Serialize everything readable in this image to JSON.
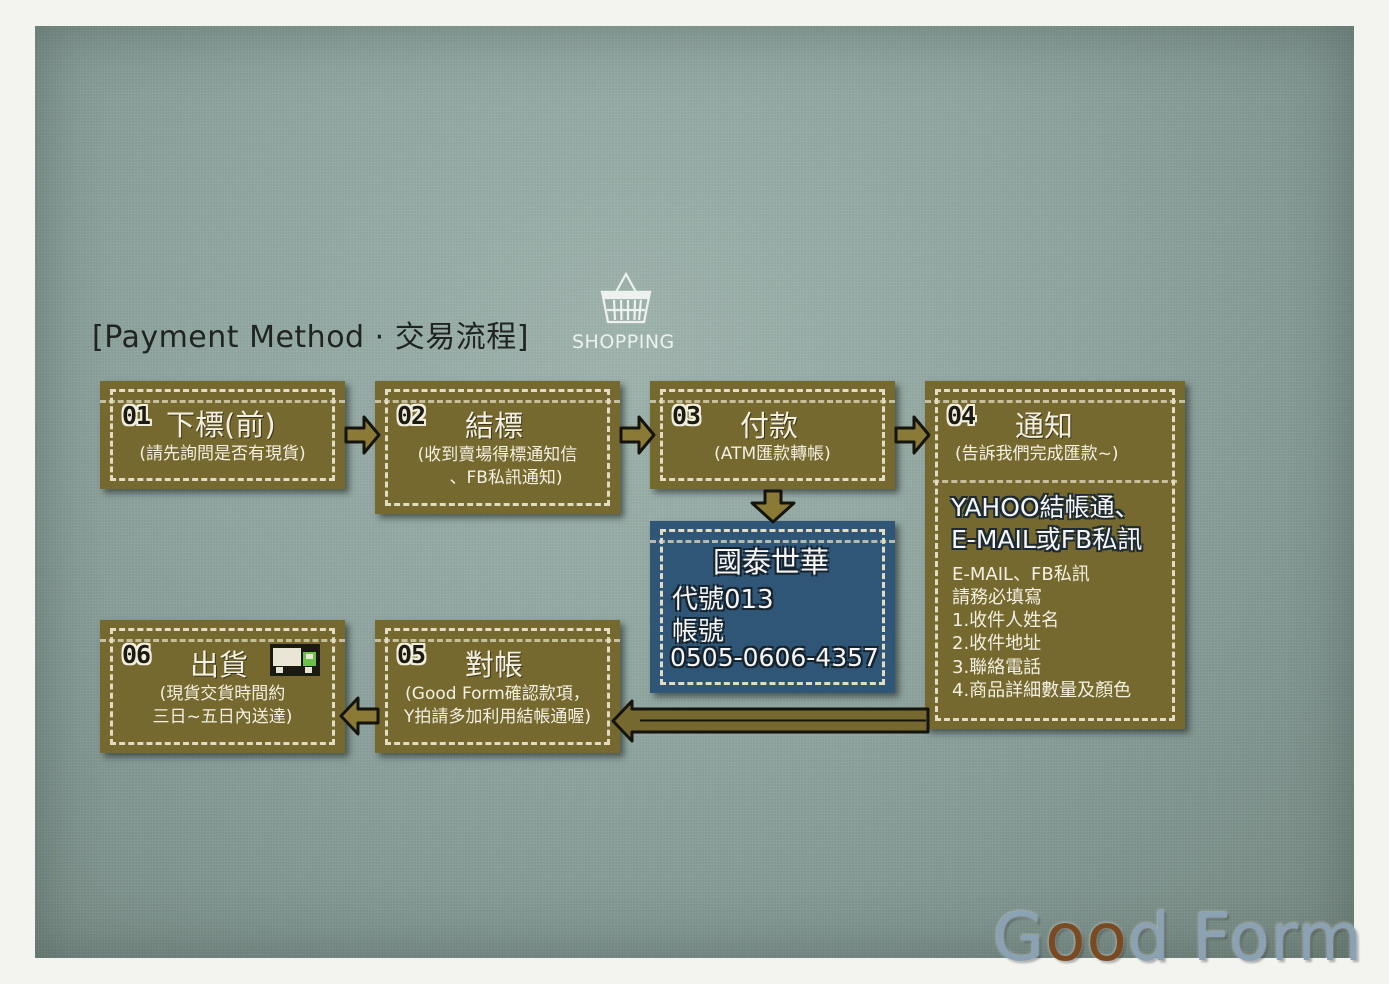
{
  "title": "[Payment  Method · 交易流程]",
  "shopping_label": "SHOPPING",
  "steps": [
    {
      "num": "01",
      "label": "下標(前)",
      "sub": [
        "(請先詢問是否有現貨)"
      ]
    },
    {
      "num": "02",
      "label": "結標",
      "sub": [
        "(收到賣場得標通知信",
        "、FB私訊通知)"
      ]
    },
    {
      "num": "03",
      "label": "付款",
      "sub": [
        "(ATM匯款轉帳)"
      ]
    },
    {
      "num": "04",
      "label": "通知",
      "sub": [
        "(告訴我們完成匯款~)"
      ]
    },
    {
      "num": "05",
      "label": "對帳",
      "sub": [
        "(Good Form確認款項，",
        "Y拍請多加利用結帳通喔)"
      ]
    },
    {
      "num": "06",
      "label": "出貨",
      "sub": [
        "(現貨交貨時間約",
        "三日~五日內送達)"
      ]
    }
  ],
  "bank": {
    "name": "國泰世華",
    "code": "代號013",
    "account_label": "帳號",
    "account": "0505-0606-4357"
  },
  "notify": {
    "highlight": [
      "YAHOO結帳通、",
      "E-MAIL或FB私訊"
    ],
    "details": [
      "E-MAIL、FB私訊",
      "請務必填寫",
      "1.收件人姓名",
      "2.收件地址",
      "3.聯絡電話",
      "4.商品詳細數量及顏色"
    ]
  },
  "brand": {
    "part1": "G",
    "part2": "oo",
    "part3": "d Form"
  },
  "colors": {
    "box": "#766930",
    "bank_box": "#2f5676",
    "background": "#8ea49f"
  },
  "icons": [
    "shopping-basket-icon",
    "truck-icon",
    "arrow-right-icon",
    "arrow-down-icon",
    "arrow-left-icon"
  ]
}
